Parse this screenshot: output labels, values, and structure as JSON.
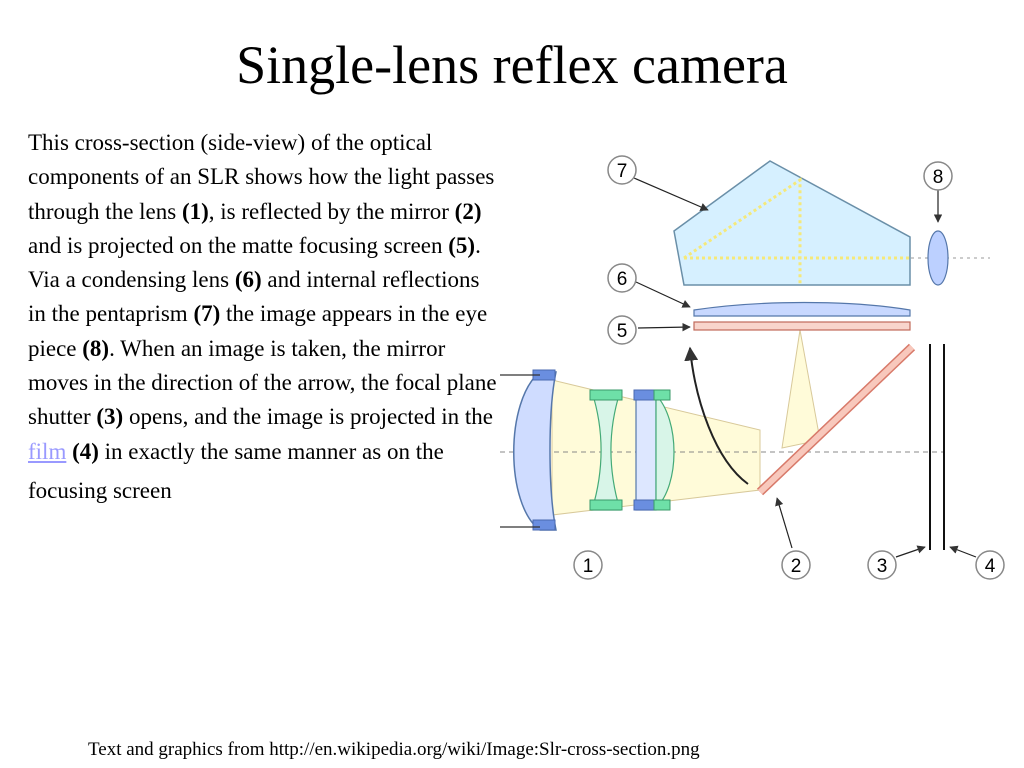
{
  "slide": {
    "title": "Single-lens reflex camera"
  },
  "body": {
    "p1": "This cross-section (side-view) of the optical components of an SLR shows how the light passes through the lens ",
    "b1": "(1)",
    "p2": ", is reflected by the mirror ",
    "b2": "(2)",
    "p3": " and is projected on the matte focusing screen ",
    "b3": "(5)",
    "p4": ". Via a condensing lens ",
    "b4": "(6)",
    "p5": " and internal reflections in the pentaprism ",
    "b5": "(7)",
    "p6": " the image appears in the eye piece ",
    "b6": "(8)",
    "p7": ". When an image is taken, the mirror moves in the direction of the arrow, the focal plane shutter ",
    "b7": "(3)",
    "p8": " opens, and the image is projected in the ",
    "link": "film",
    "p9": " ",
    "b8": "(4)",
    "p10": " in exactly the same manner as on the",
    "p11": "focusing screen"
  },
  "diagram": {
    "callouts": [
      "1",
      "2",
      "3",
      "4",
      "5",
      "6",
      "7",
      "8"
    ]
  },
  "footer": {
    "text": "Text and graphics from http://en.wikipedia.org/wiki/Image:Slr-cross-section.png"
  }
}
